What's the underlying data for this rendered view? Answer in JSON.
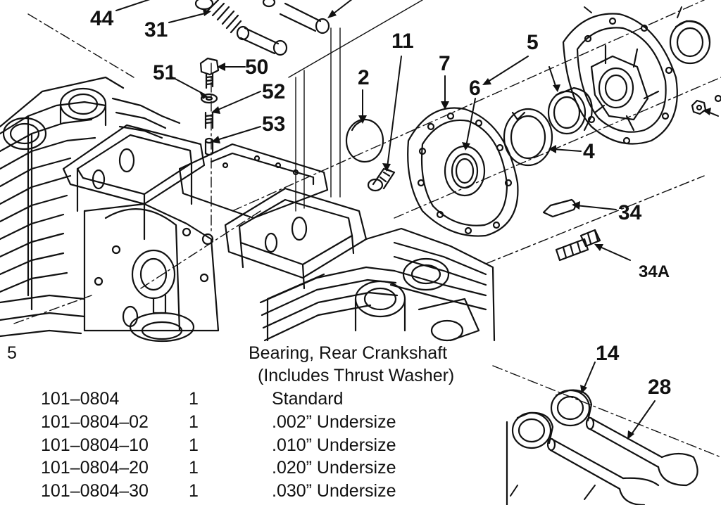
{
  "callouts": {
    "c44": "44",
    "c31": "31",
    "c51": "51",
    "c50": "50",
    "c52": "52",
    "c53": "53",
    "c2": "2",
    "c11": "11",
    "c7": "7",
    "c6": "6",
    "c5": "5",
    "c4": "4",
    "c34": "34",
    "c34a": "34A",
    "c14": "14",
    "c28": "28"
  },
  "parts_list": {
    "item_number": "5",
    "description_line1": "Bearing, Rear Crankshaft",
    "description_line2": "(Includes Thrust Washer)",
    "rows": [
      {
        "part": "101–0804",
        "qty": "1",
        "desc": "Standard"
      },
      {
        "part": "101–0804–02",
        "qty": "1",
        "desc": ".002” Undersize"
      },
      {
        "part": "101–0804–10",
        "qty": "1",
        "desc": ".010” Undersize"
      },
      {
        "part": "101–0804–20",
        "qty": "1",
        "desc": ".020” Undersize"
      },
      {
        "part": "101–0804–30",
        "qty": "1",
        "desc": ".030” Undersize"
      }
    ]
  }
}
